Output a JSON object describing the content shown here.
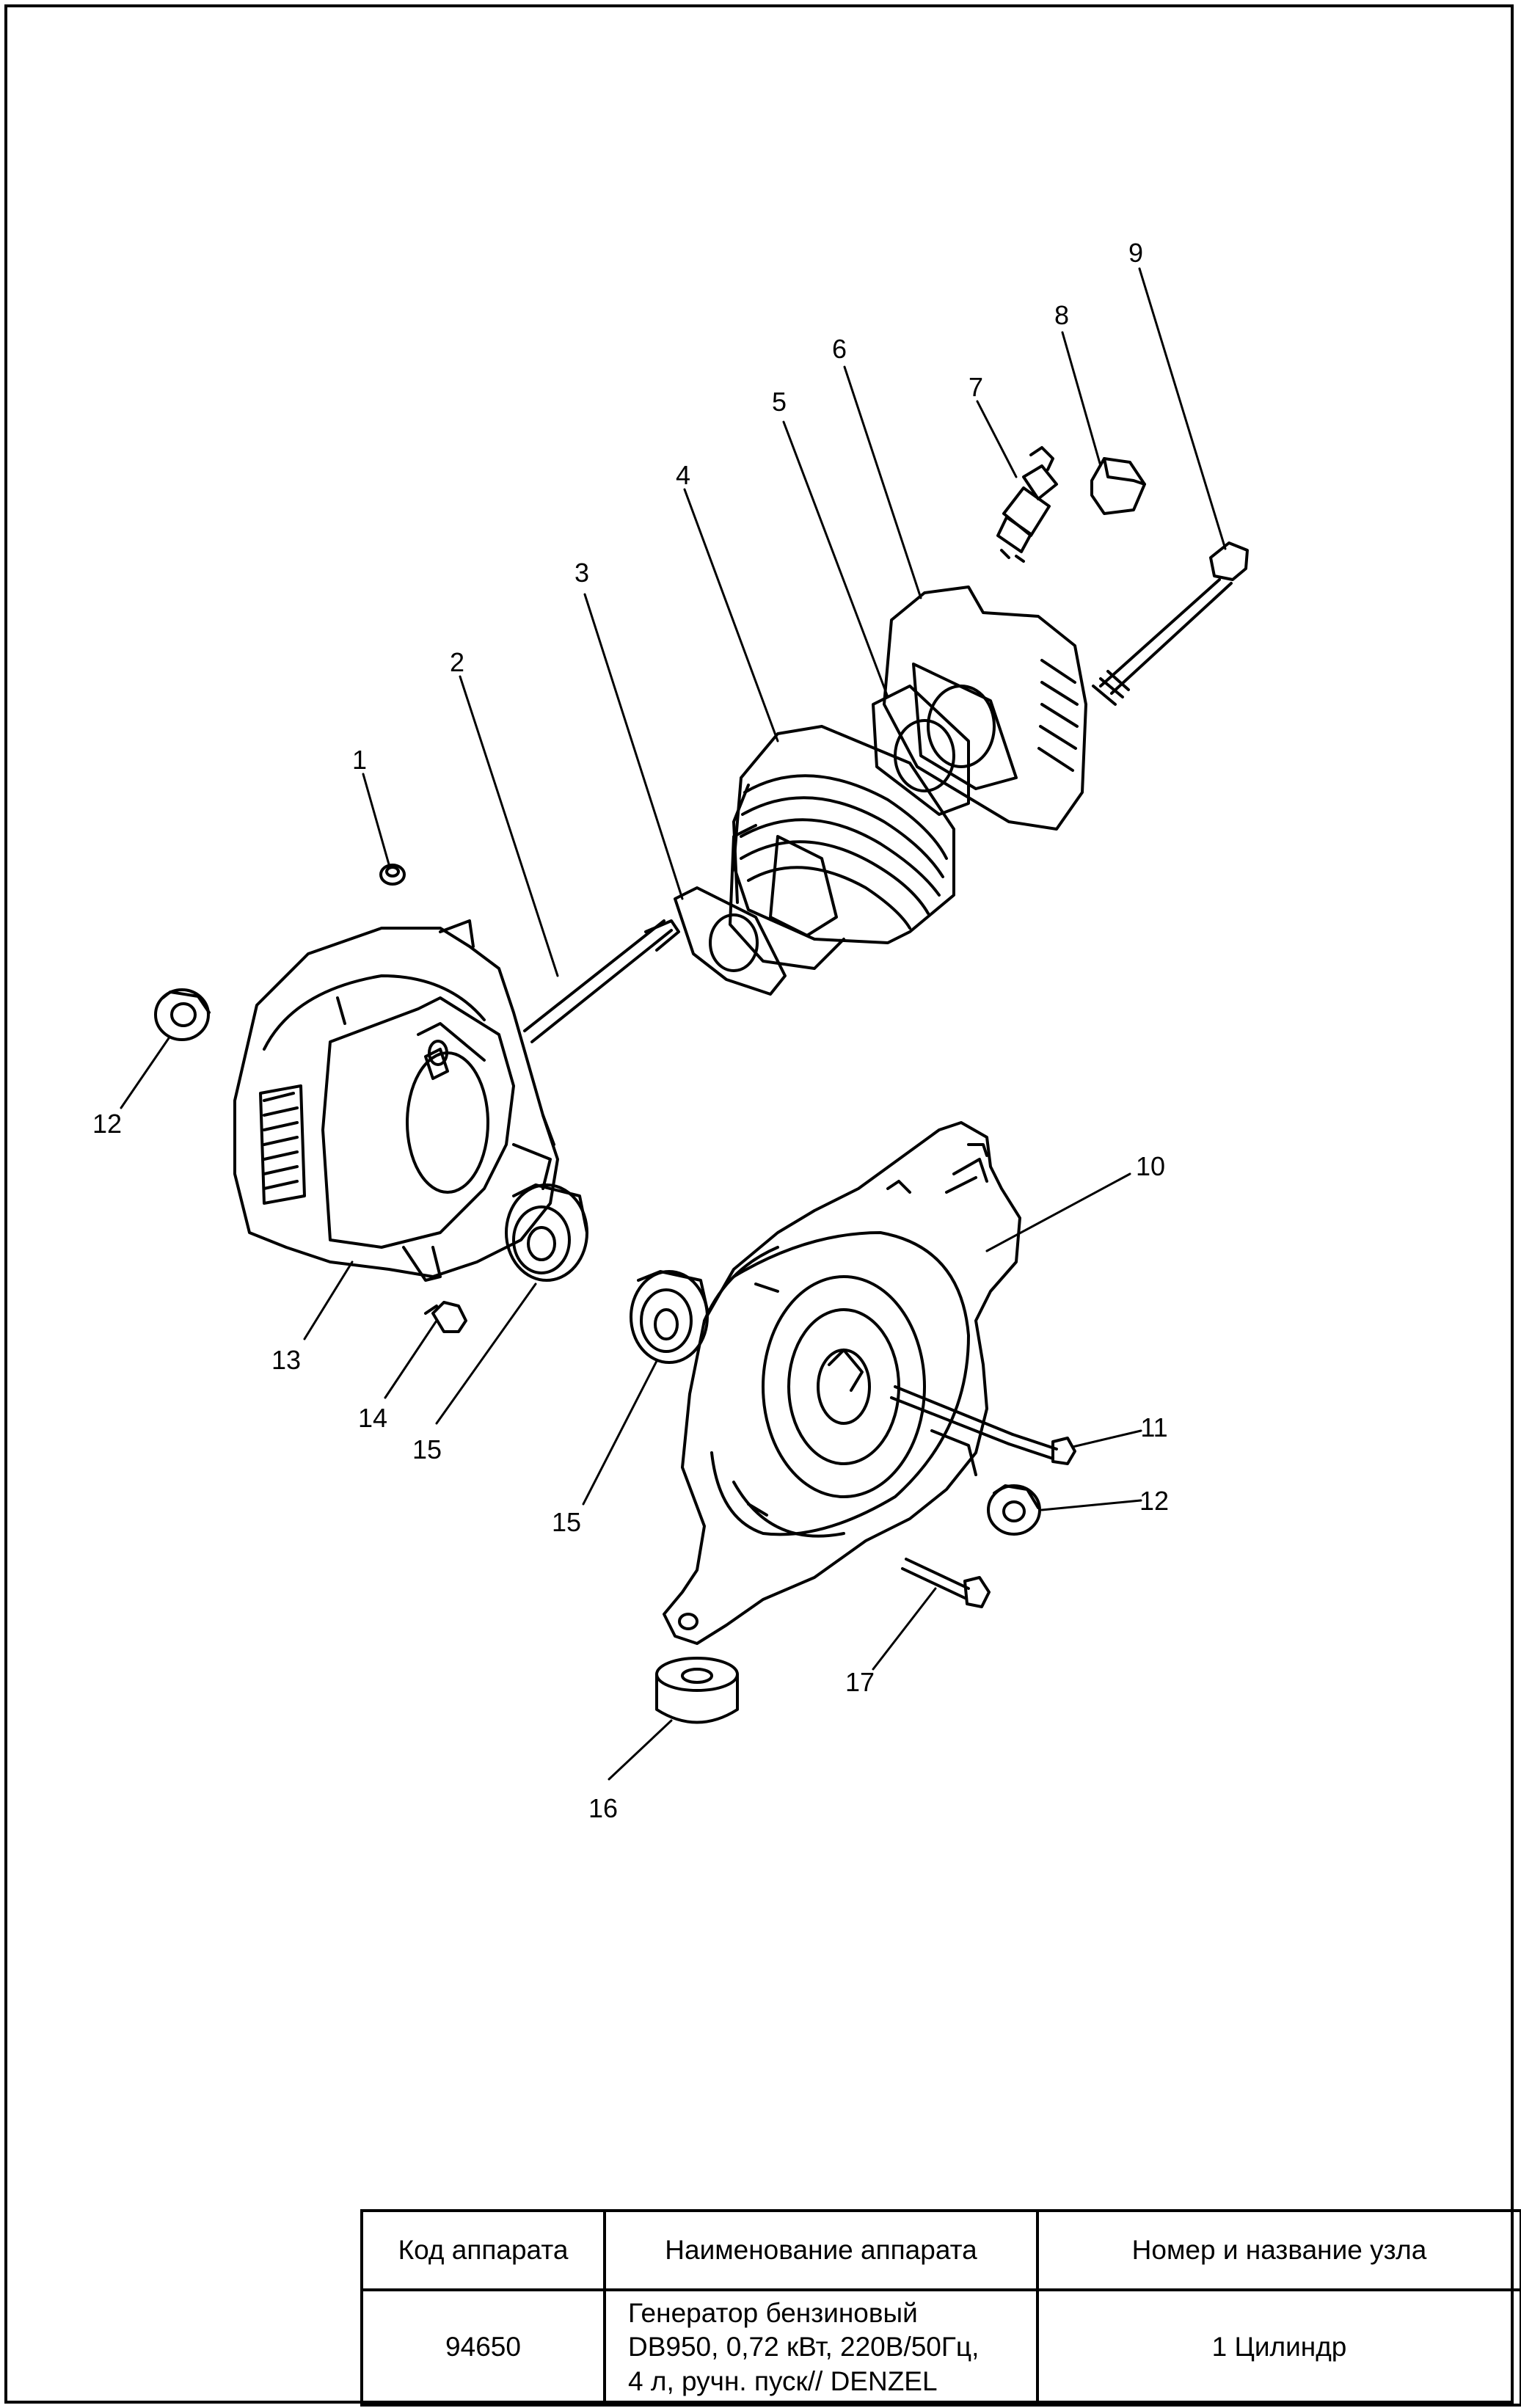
{
  "callouts": [
    {
      "id": "c1",
      "label": "1"
    },
    {
      "id": "c2",
      "label": "2"
    },
    {
      "id": "c3",
      "label": "3"
    },
    {
      "id": "c4",
      "label": "4"
    },
    {
      "id": "c5",
      "label": "5"
    },
    {
      "id": "c6",
      "label": "6"
    },
    {
      "id": "c7",
      "label": "7"
    },
    {
      "id": "c8",
      "label": "8"
    },
    {
      "id": "c9",
      "label": "9"
    },
    {
      "id": "c10",
      "label": "10"
    },
    {
      "id": "c11",
      "label": "11"
    },
    {
      "id": "c12a",
      "label": "12"
    },
    {
      "id": "c12b",
      "label": "12"
    },
    {
      "id": "c13",
      "label": "13"
    },
    {
      "id": "c14",
      "label": "14"
    },
    {
      "id": "c15a",
      "label": "15"
    },
    {
      "id": "c15b",
      "label": "15"
    },
    {
      "id": "c16",
      "label": "16"
    },
    {
      "id": "c17",
      "label": "17"
    }
  ],
  "title_block": {
    "headers": {
      "code": "Код аппарата",
      "name": "Наименование аппарата",
      "unit": "Номер и название узла"
    },
    "values": {
      "code": "94650",
      "name_line1": "Генератор бензиновый",
      "name_line2": "DB950, 0,72 кВт, 220В/50Гц,",
      "name_line3": "4 л, ручн. пуск// DENZEL",
      "unit": "1 Цилиндр"
    }
  }
}
